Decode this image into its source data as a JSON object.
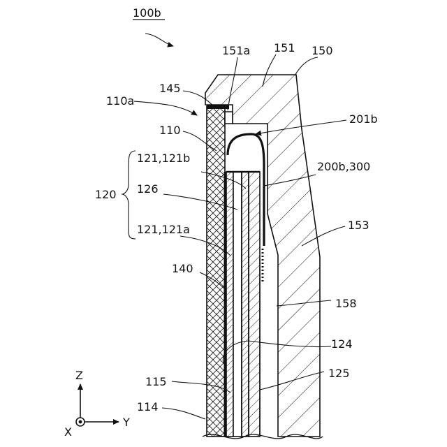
{
  "figure_label": "100b",
  "labels": {
    "l110a": "110a",
    "l145": "145",
    "l151a": "151a",
    "l151": "151",
    "l150": "150",
    "l110": "110",
    "l201b": "201b",
    "l121b": "121,121b",
    "l200b": "200b,300",
    "l120": "120",
    "l126": "126",
    "l153": "153",
    "l121a": "121,121a",
    "l140": "140",
    "l158": "158",
    "l124": "124",
    "l125": "125",
    "l115": "115",
    "l114": "114"
  },
  "axes": {
    "z": "Z",
    "y": "Y",
    "x": "X"
  }
}
